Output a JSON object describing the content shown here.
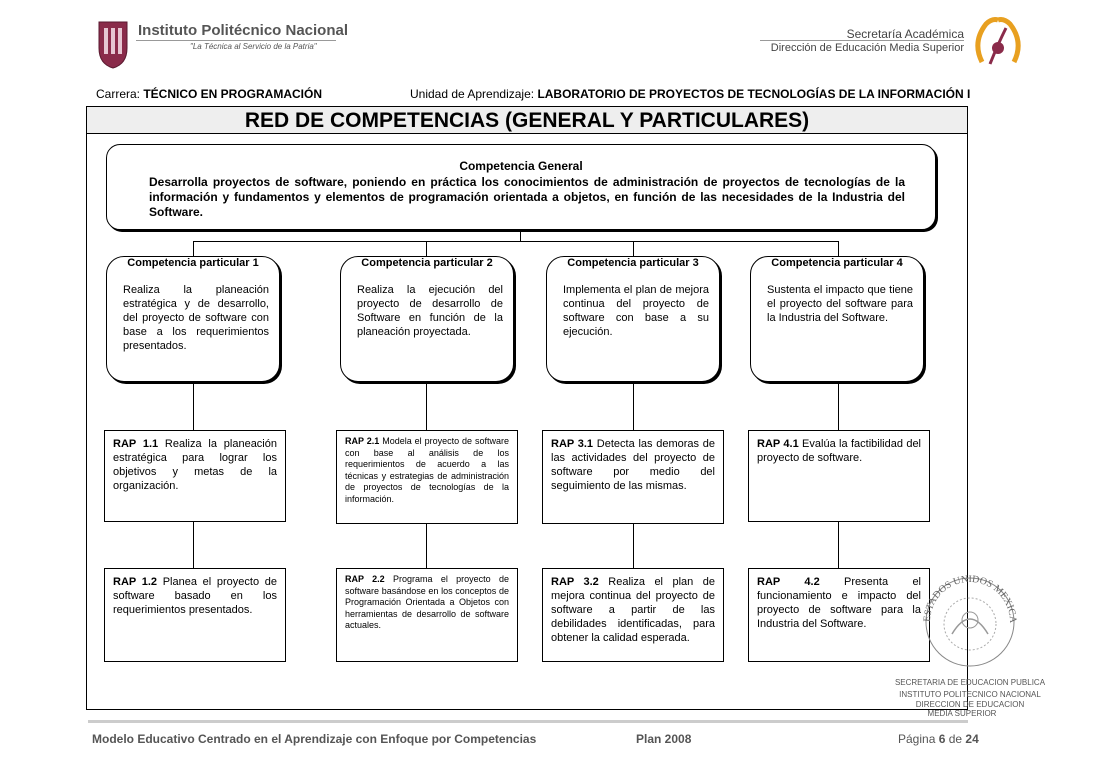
{
  "header": {
    "institution": "Instituto Politécnico Nacional",
    "motto": "\"La Técnica al Servicio de la Patria\"",
    "secretaria": "Secretaría Académica",
    "direccion": "Dirección de Educación Media Superior"
  },
  "meta": {
    "carrera_label": "Carrera: ",
    "carrera_value": "TÉCNICO EN PROGRAMACIÓN",
    "unidad_label": "Unidad de Aprendizaje: ",
    "unidad_value": "LABORATORIO DE PROYECTOS DE TECNOLOGÍAS DE LA INFORMACIÓN I"
  },
  "title": "RED DE COMPETENCIAS (GENERAL Y PARTICULARES)",
  "general": {
    "title": "Competencia General",
    "text": "Desarrolla proyectos de software, poniendo en práctica los conocimientos de administración de proyectos de tecnologías de la información y fundamentos y elementos de programación orientada a objetos, en función de las necesidades de la Industria del Software."
  },
  "particulares": [
    {
      "title": "Competencia particular 1",
      "text": "Realiza la planeación estratégica y de desarrollo, del proyecto de software con base a los requerimientos presentados."
    },
    {
      "title": "Competencia particular 2",
      "text": "Realiza la ejecución del proyecto de desarrollo de Software en función de la planeación proyectada."
    },
    {
      "title": "Competencia particular 3",
      "text": "Implementa el plan de mejora continua del proyecto de software con base a su ejecución."
    },
    {
      "title": "Competencia particular 4",
      "text": "Sustenta el impacto que tiene el proyecto del software para la Industria del Software."
    }
  ],
  "raps": [
    {
      "label": "RAP 1.1",
      "text": " Realiza la planeación estratégica para lograr los objetivos y metas de la organización."
    },
    {
      "label": "RAP 1.2",
      "text": " Planea el proyecto de software basado en los requerimientos presentados."
    },
    {
      "label": "RAP 2.1",
      "text": " Modela el proyecto de software con base al análisis de los requerimientos de acuerdo a las técnicas y estrategias de administración de proyectos de tecnologías de la información."
    },
    {
      "label": "RAP 2.2",
      "text": " Programa el proyecto de software basándose en los conceptos de Programación Orientada a Objetos con herramientas de desarrollo de software actuales."
    },
    {
      "label": "RAP 3.1",
      "text": " Detecta las demoras de las actividades del proyecto de software por medio del seguimiento de las mismas."
    },
    {
      "label": "RAP 3.2",
      "text": " Realiza el plan de mejora continua del proyecto de software a partir de las debilidades identificadas, para obtener la calidad esperada."
    },
    {
      "label": "RAP 4.1",
      "text": " Evalúa la factibilidad del proyecto de software."
    },
    {
      "label": "RAP 4.2",
      "text": " Presenta el funcionamiento e impacto del proyecto de software para la Industria del Software."
    }
  ],
  "stamp": {
    "arc_text": "ESTADOS UNIDOS MEXICANOS",
    "line1": "SECRETARIA DE EDUCACION PUBLICA",
    "line2": "INSTITUTO POLITECNICO NACIONAL",
    "line3": "DIRECCION DE EDUCACION",
    "line4": "MEDIA SUPERIOR"
  },
  "footer": {
    "model": "Modelo Educativo Centrado en el Aprendizaje con Enfoque por Competencias",
    "plan": "Plan 2008",
    "page_label": "Página ",
    "page_num": "6",
    "page_of": " de ",
    "page_total": "24"
  }
}
